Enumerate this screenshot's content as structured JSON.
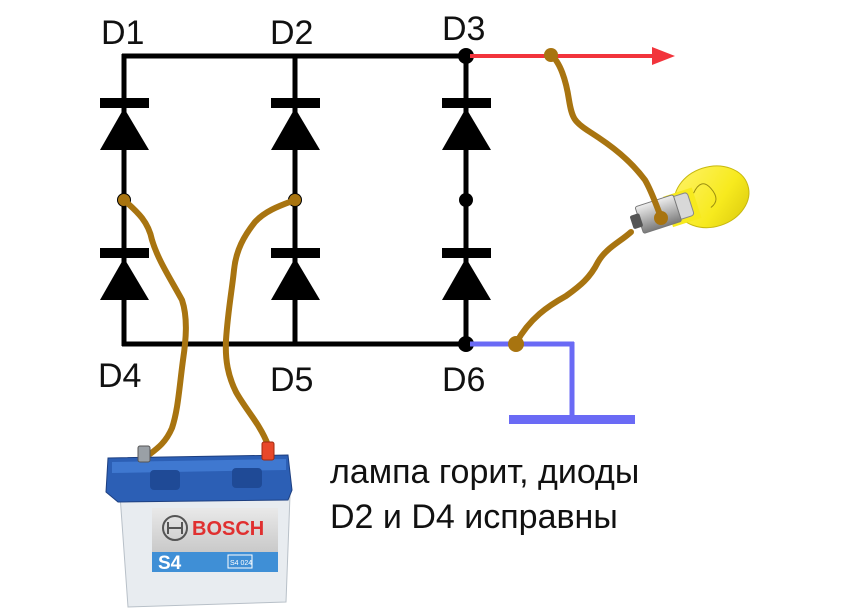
{
  "diagram": {
    "type": "three-phase diode bridge rectifier test",
    "diode_labels": [
      "D1",
      "D2",
      "D3",
      "D4",
      "D5",
      "D6"
    ],
    "colors": {
      "wire": "#000000",
      "positive_output": "#f2343c",
      "ground": "#6a6af5",
      "test_lead": "#a87410",
      "lamp_glass": "#f7ea1e",
      "battery_top": "#2c5fb5",
      "battery_body": "#e8ecf0"
    },
    "battery": {
      "brand": "BOSCH",
      "model": "S4",
      "code": "S4 024"
    },
    "caption": {
      "line1": "лампа горит, диоды",
      "line2": "D2 и D4 исправны"
    }
  }
}
